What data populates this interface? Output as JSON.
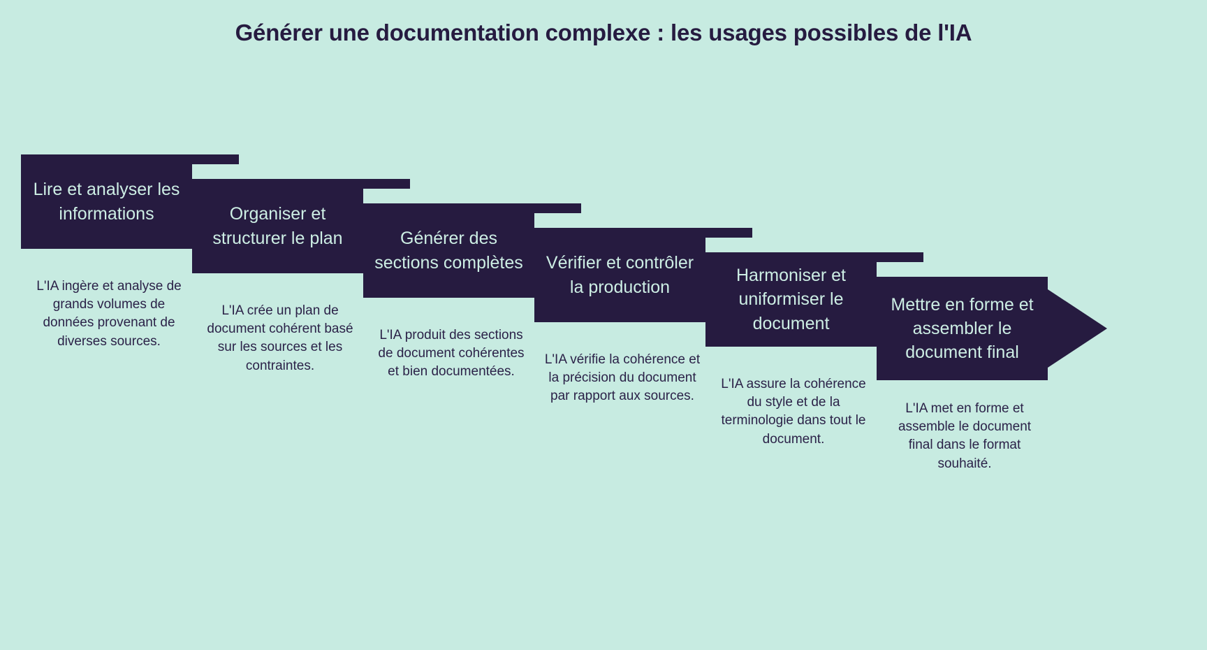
{
  "title": "Générer une documentation complexe : les usages possibles de l'IA",
  "colors": {
    "background": "#c7ebe1",
    "box_fill": "#261b40",
    "box_text": "#cdeee4",
    "desc_text": "#2b2248"
  },
  "steps": [
    {
      "id": "step-1",
      "title": "Lire et analyser les informations",
      "description": "L'IA ingère et analyse de grands volumes de données provenant de diverses sources."
    },
    {
      "id": "step-2",
      "title": "Organiser et structurer le plan",
      "description": "L'IA crée un plan de document cohérent basé sur les sources et les contraintes."
    },
    {
      "id": "step-3",
      "title": "Générer des sections complètes",
      "description": "L'IA produit des sections de document cohérentes et bien documentées."
    },
    {
      "id": "step-4",
      "title": "Vérifier et contrôler la production",
      "description": "L'IA vérifie la cohérence et la précision du document par rapport aux sources."
    },
    {
      "id": "step-5",
      "title": "Harmoniser et uniformiser le document",
      "description": "L'IA assure la cohérence du style et de la terminologie dans tout le document."
    },
    {
      "id": "step-6",
      "title": "Mettre en forme et assembler le document final",
      "description": "L'IA met en forme et assemble le document final dans le format souhaité."
    }
  ]
}
